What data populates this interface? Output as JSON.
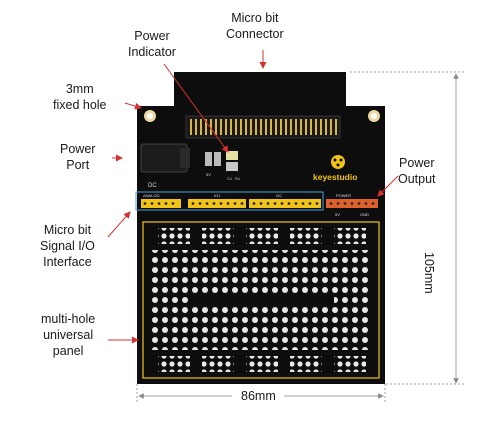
{
  "labels": {
    "connector": [
      "Micro bit",
      "Connector"
    ],
    "power_indicator": [
      "Power",
      "Indicator"
    ],
    "fixed_hole": [
      "3mm",
      "fixed hole"
    ],
    "power_port": [
      "Power",
      "Port"
    ],
    "power_output": [
      "Power",
      "Output"
    ],
    "signal_interface": [
      "Micro bit",
      "Signal I/O",
      "Interface"
    ],
    "universal_panel": [
      "multi-hole",
      "universal",
      "panel"
    ]
  },
  "dimensions": {
    "width": "86mm",
    "height": "105mm"
  },
  "board": {
    "brand": "keyestudio",
    "dc_label": "DC",
    "header_labels": [
      "ANALOG",
      "IO1",
      "I2C",
      "POWER"
    ],
    "power_pins": [
      "5V",
      "GND"
    ],
    "silk_small": [
      "5V",
      "C1",
      "R1"
    ]
  },
  "colors": {
    "pcb": "#0d0d0d",
    "pin_header": "#f2c418",
    "power_header": "#e0602a",
    "annotation_arrow": "#d63030",
    "dimension_line": "#888888",
    "highlight_box": "#4aa3d8"
  }
}
